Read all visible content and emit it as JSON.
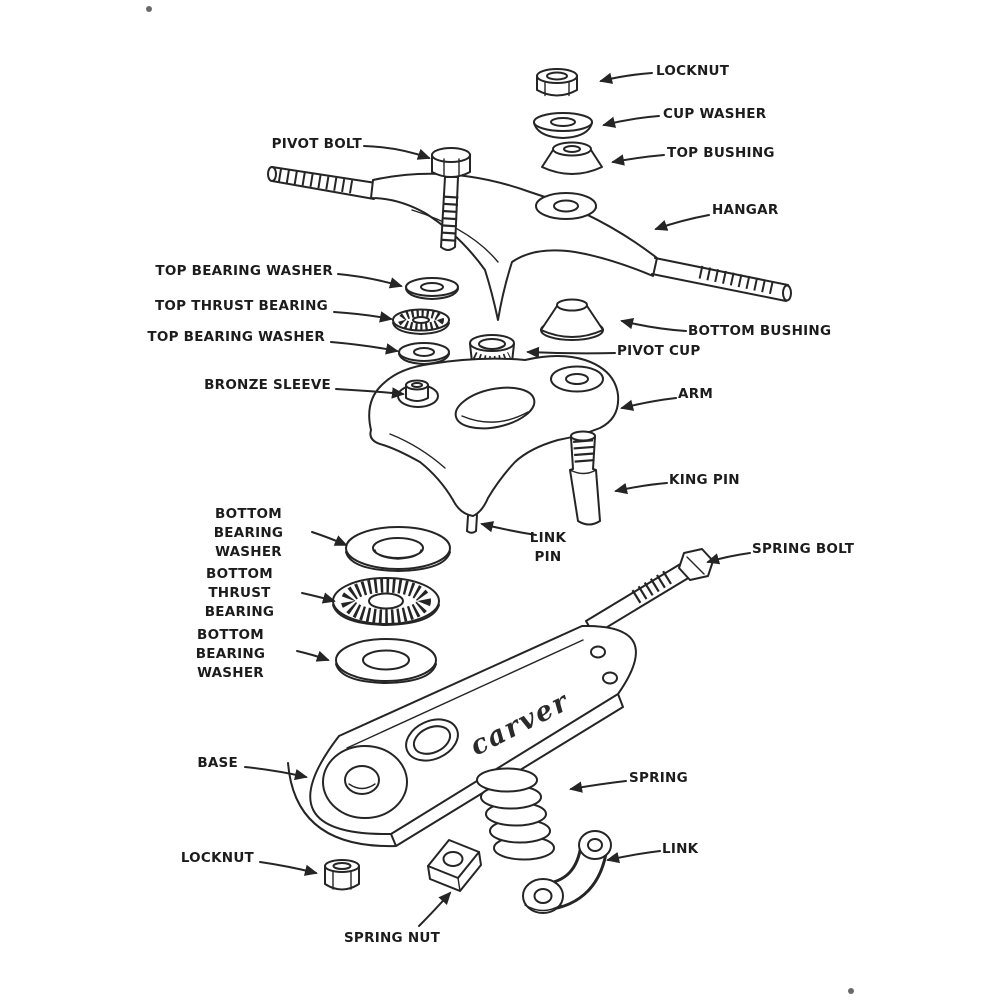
{
  "diagram": {
    "base_marking": "carver",
    "labels": {
      "locknut_top": "LOCKNUT",
      "cup_washer": "CUP WASHER",
      "top_bushing": "TOP BUSHING",
      "hangar": "HANGAR",
      "pivot_bolt": "PIVOT BOLT",
      "top_bearing_washer_upper": "TOP BEARING WASHER",
      "top_thrust_bearing": "TOP THRUST BEARING",
      "top_bearing_washer_lower": "TOP BEARING WASHER",
      "bronze_sleeve": "BRONZE SLEEVE",
      "bottom_bushing": "BOTTOM BUSHING",
      "pivot_cup": "PIVOT CUP",
      "arm": "ARM",
      "king_pin": "KING PIN",
      "link_pin": "LINK PIN",
      "spring_bolt": "SPRING BOLT",
      "bottom_bearing_washer_upper": "BOTTOM BEARING WASHER",
      "bottom_thrust_bearing": "BOTTOM THRUST BEARING",
      "bottom_bearing_washer_lower": "BOTTOM BEARING WASHER",
      "base": "BASE",
      "spring": "SPRING",
      "link": "LINK",
      "locknut_bottom": "LOCKNUT",
      "spring_nut": "SPRING NUT"
    }
  }
}
